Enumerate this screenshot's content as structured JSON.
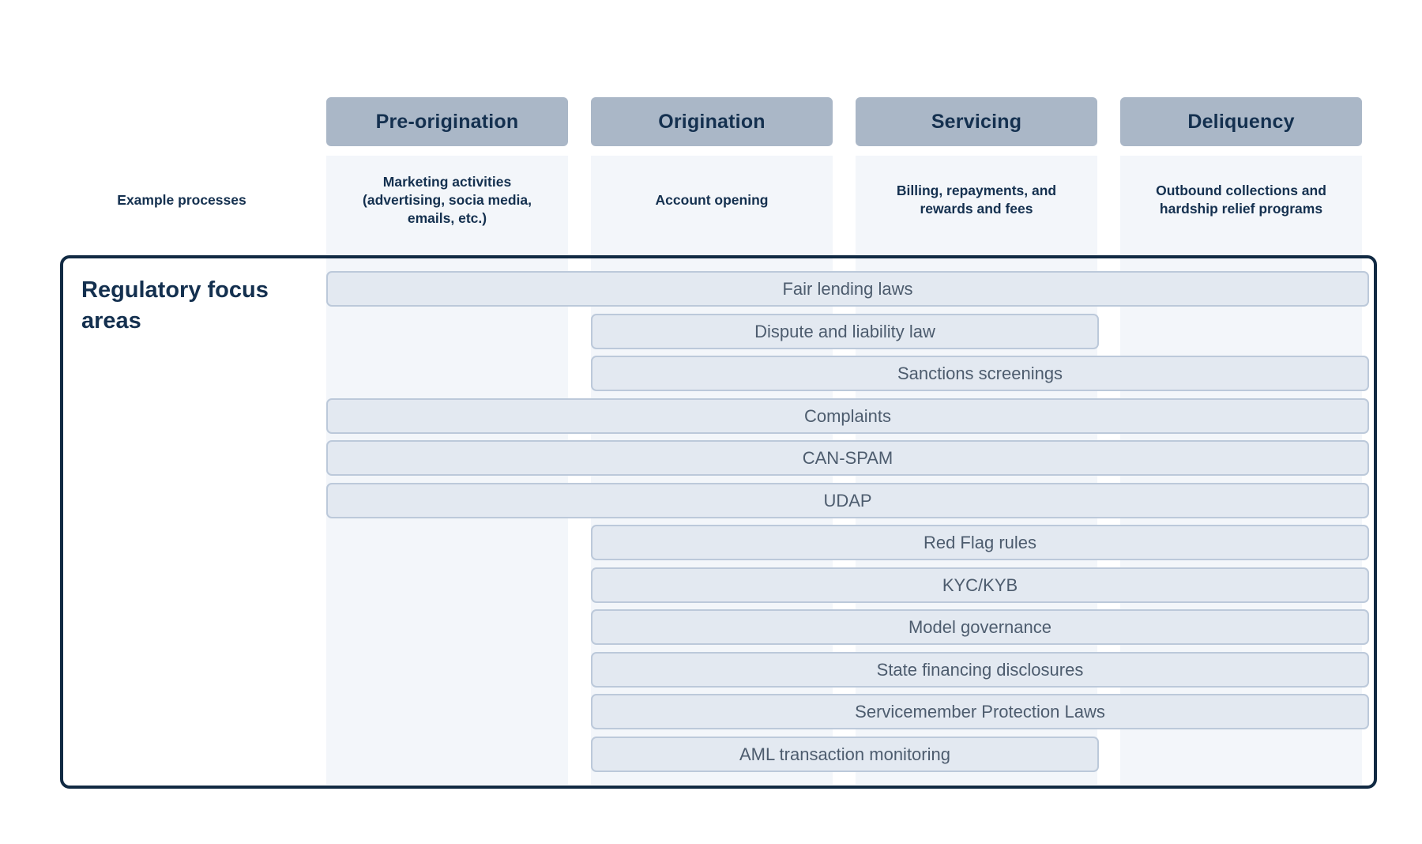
{
  "row_label": "Example processes",
  "section_title": "Regulatory focus areas",
  "columns": [
    {
      "id": "pre-origination",
      "label": "Pre-origination",
      "example": "Marketing activities\n(advertising, socia media,\nemails, etc.)"
    },
    {
      "id": "origination",
      "label": "Origination",
      "example": "Account opening"
    },
    {
      "id": "servicing",
      "label": "Servicing",
      "example": "Billing, repayments, and\nrewards and fees"
    },
    {
      "id": "deliquency",
      "label": "Deliquency",
      "example": "Outbound collections and\nhardship relief programs"
    }
  ],
  "bars": [
    {
      "label": "Fair lending laws",
      "start": "pre-origination",
      "end": "deliquency"
    },
    {
      "label": "Dispute and liability law",
      "start": "origination",
      "end": "servicing"
    },
    {
      "label": "Sanctions screenings",
      "start": "origination",
      "end": "deliquency"
    },
    {
      "label": "Complaints",
      "start": "pre-origination",
      "end": "deliquency"
    },
    {
      "label": "CAN-SPAM",
      "start": "pre-origination",
      "end": "deliquency"
    },
    {
      "label": "UDAP",
      "start": "pre-origination",
      "end": "deliquency"
    },
    {
      "label": "Red Flag rules",
      "start": "origination",
      "end": "deliquency"
    },
    {
      "label": "KYC/KYB",
      "start": "origination",
      "end": "deliquency"
    },
    {
      "label": "Model governance",
      "start": "origination",
      "end": "deliquency"
    },
    {
      "label": "State financing disclosures",
      "start": "origination",
      "end": "deliquency"
    },
    {
      "label": "Servicemember Protection Laws",
      "start": "origination",
      "end": "deliquency"
    },
    {
      "label": "AML transaction monitoring",
      "start": "origination",
      "end": "servicing"
    }
  ],
  "colors": {
    "page_bg": "#ffffff",
    "navy": "#14304f",
    "header_bg": "#aab7c7",
    "band_bg": "#f3f6fa",
    "bar_bg": "#e3e9f1",
    "bar_border": "#bcc9da",
    "bar_text": "#4d5c6e",
    "box_border": "#112a43"
  }
}
